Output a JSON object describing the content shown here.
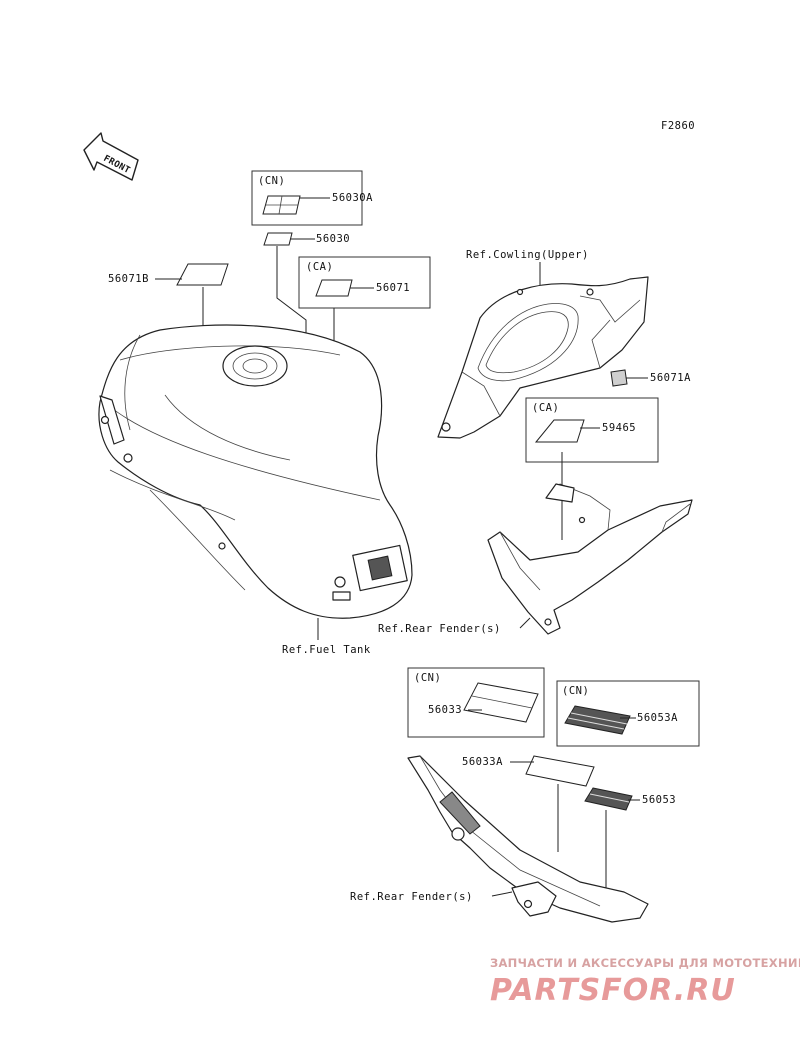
{
  "figure_code": "F2860",
  "front_arrow": {
    "label": "FRONT",
    "icon": "front-direction-arrow-icon"
  },
  "boxes": {
    "cn_top": "(CN)",
    "ca_top": "(CA)",
    "ca_mid": "(CA)",
    "cn_bottom_left": "(CN)",
    "cn_bottom_right": "(CN)"
  },
  "parts": {
    "p56030A": "56030A",
    "p56030": "56030",
    "p56071": "56071",
    "p56071B": "56071B",
    "p56071A": "56071A",
    "p59465": "59465",
    "p56033": "56033",
    "p56053A": "56053A",
    "p56033A": "56033A",
    "p56053": "56053"
  },
  "references": {
    "cowling_upper": "Ref.Cowling(Upper)",
    "fuel_tank": "Ref.Fuel Tank",
    "rear_fender_1": "Ref.Rear Fender(s)",
    "rear_fender_2": "Ref.Rear Fender(s)"
  },
  "watermark": {
    "tagline": "ЗАПЧАСТИ И АКСЕССУАРЫ ДЛЯ МОТОТЕХНИКИ",
    "logo": "PARTSFOR.RU",
    "color": "#e79a9a"
  }
}
